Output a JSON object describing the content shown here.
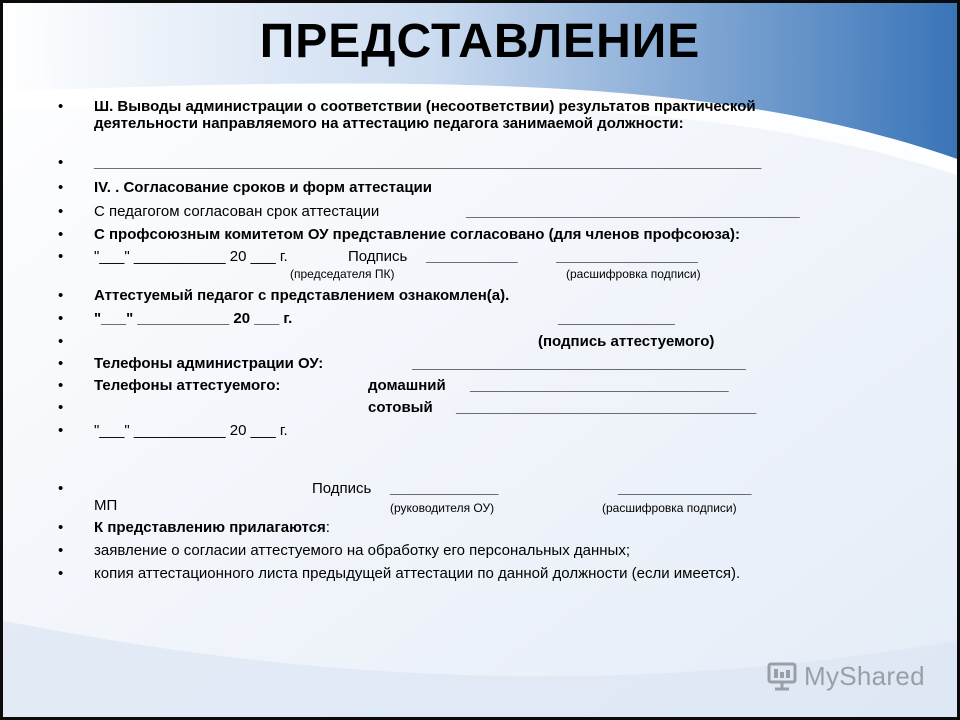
{
  "title": "ПРЕДСТАВЛЕНИЕ",
  "bullet": "•",
  "section3": "Ш. Выводы администрации о соответствии (несоответствии) результатов практической деятельности направляемого на аттестацию педагога занимаемой должности:",
  "line_blank": "________________________________________________________________________________",
  "section4": "IV. . Согласование сроков и форм аттестации",
  "agreed_term_label": "С педагогом согласован срок аттестации",
  "agreed_term_line": "________________________________________",
  "union_agreed": "С профсоюзным комитетом ОУ представление согласовано (для членов профсоюза):",
  "date_row1": "\"___\" ___________ 20 ___ г.",
  "sign_label": "Подпись",
  "sign_line1": "___________",
  "decode_line1": "_________________",
  "caption_chair": "(председателя ПК)",
  "caption_decode1": "(расшифровка подписи)",
  "acquainted": "Аттестуемый педагог с представлением ознакомлен(а).",
  "date_row2": "\"___\" ___________ 20 ___ г.",
  "sign_line2": "______________",
  "caption_attested": "(подпись аттестуемого)",
  "phones_admin_label": "Телефоны администрации ОУ:",
  "phones_admin_line": "________________________________________",
  "phones_attested_label": "Телефоны аттестуемого:",
  "home_label": "домашний",
  "home_line": "_______________________________",
  "mobile_label": "сотовый",
  "mobile_line": "____________________________________",
  "date_row3": "\"___\" ___________ 20 ___ г.",
  "sign_label2": "Подпись",
  "sign_line3": "_____________",
  "decode_line2": "________________",
  "mp": "МП",
  "caption_head": "(руководителя ОУ)",
  "caption_decode2": "(расшифровка подписи)",
  "attachments_label": "К представлению прилагаются",
  "attachments_colon": ":",
  "attachment1": "заявление о согласии аттестуемого на обработку его персональных данных;",
  "attachment2": "копия аттестационного листа предыдущей аттестации по данной должности (если имеется).",
  "logo_text": "MyShared",
  "colors": {
    "band_dark": "#2f6db4",
    "band_light": "#6e9fd6",
    "band_pale": "#c9daf0",
    "logo_gray": "#9a9fa6"
  }
}
